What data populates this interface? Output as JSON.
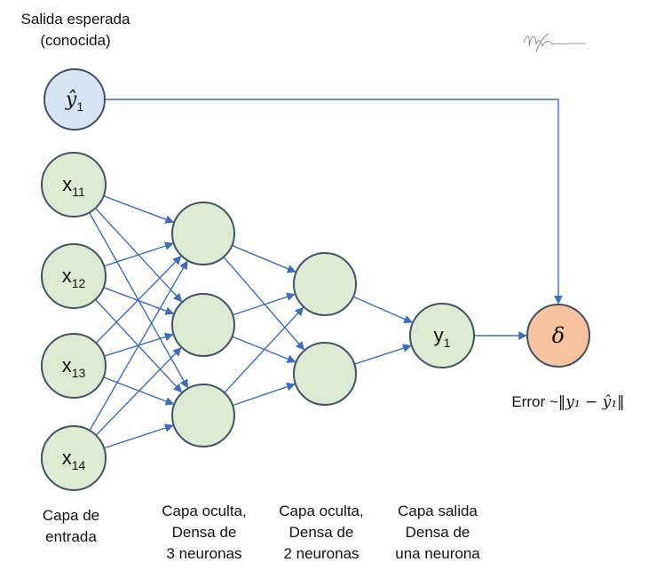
{
  "labels": {
    "expected_output": [
      "Salida esperada",
      "(conocida)"
    ],
    "input_layer": [
      "Capa de",
      "entrada"
    ],
    "hidden1": [
      "Capa oculta,",
      "Densa de",
      "3 neuronas"
    ],
    "hidden2": [
      "Capa oculta,",
      "Densa de",
      "2 neuronas"
    ],
    "output_layer": [
      "Capa salida",
      "Densa de",
      "una neurona"
    ],
    "error_prefix": "Error ~",
    "error_formula": "‖y₁ − ŷ₁‖"
  },
  "nodes": {
    "y_hat": {
      "base": "ŷ",
      "sub": "1"
    },
    "inputs": [
      {
        "base": "x",
        "sub": "11"
      },
      {
        "base": "x",
        "sub": "12"
      },
      {
        "base": "x",
        "sub": "13"
      },
      {
        "base": "x",
        "sub": "14"
      }
    ],
    "output": {
      "base": "y",
      "sub": "1"
    },
    "error": "δ"
  },
  "colors": {
    "input_fill": "#dcebd2",
    "hidden_fill": "#dcebd2",
    "yhat_fill": "#d6e4f5",
    "error_fill": "#f7c29e",
    "stroke": "#41526a",
    "arrow": "#3b6cc4"
  }
}
